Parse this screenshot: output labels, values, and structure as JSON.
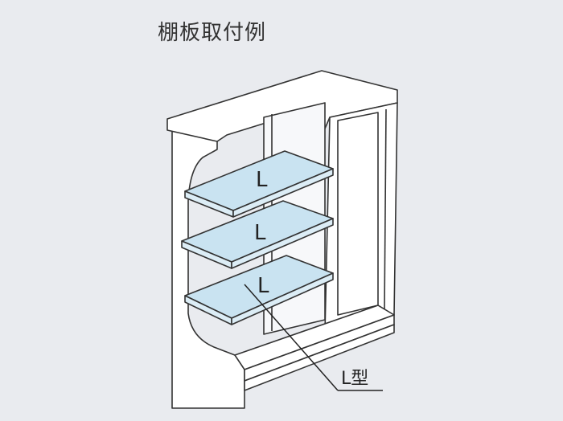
{
  "title": "棚板取付例",
  "shelves": [
    {
      "label": "L"
    },
    {
      "label": "L"
    },
    {
      "label": "L"
    }
  ],
  "callout": {
    "label": "L型"
  },
  "colors": {
    "background": "#e9ebef",
    "cabinet_fill": "#ffffff",
    "cabinet_stroke": "#333333",
    "shelf_top": "#c9e3f1",
    "shelf_edge": "#dcedf6"
  }
}
